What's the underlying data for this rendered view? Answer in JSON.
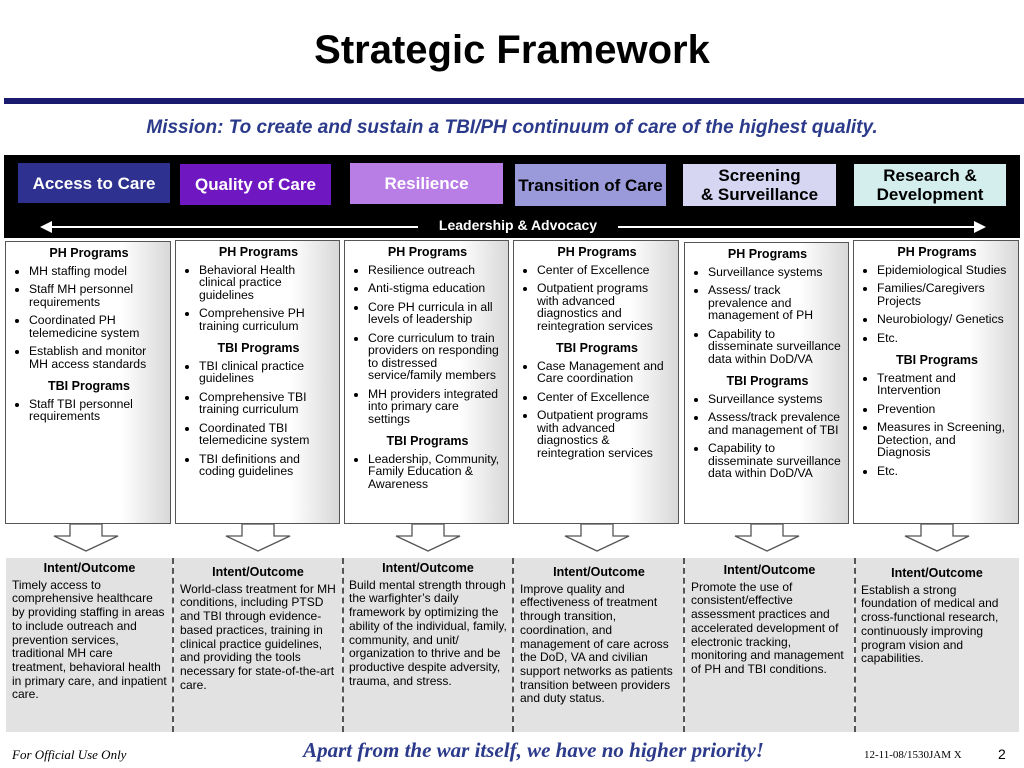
{
  "title": "Strategic Framework",
  "mission": "Mission:  To create and sustain a TBI/PH continuum of care of the highest quality.",
  "leadership": "Leadership & Advocacy",
  "colors": {
    "rule": "#1a1a6e",
    "mission": "#2b3a8a",
    "band": "#000000"
  },
  "headers": [
    {
      "label": "Access to Care",
      "bg": "#2e318f",
      "fg": "#ffffff"
    },
    {
      "label": "Quality of Care",
      "bg": "#6f18c2",
      "fg": "#ffffff"
    },
    {
      "label": "Resilience",
      "bg": "#b97de6",
      "fg": "#ffffff"
    },
    {
      "label": "Transition of Care",
      "bg": "#9a9adb",
      "fg": "#000000"
    },
    {
      "label": "Screening\n& Surveillance",
      "bg": "#d6d6f2",
      "fg": "#000000"
    },
    {
      "label": "Research &\nDevelopment",
      "bg": "#d4eeee",
      "fg": "#000000"
    }
  ],
  "columns": [
    {
      "ph_heading": "PH Programs",
      "ph": [
        "MH staffing model",
        "Staff MH personnel requirements",
        "Coordinated PH telemedicine system",
        "Establish and monitor MH access standards"
      ],
      "tbi_heading": "TBI Programs",
      "tbi": [
        "Staff TBI personnel requirements"
      ]
    },
    {
      "ph_heading": "PH Programs",
      "ph": [
        "Behavioral Health clinical practice guidelines",
        "Comprehensive PH training curriculum"
      ],
      "tbi_heading": "TBI Programs",
      "tbi": [
        "TBI clinical practice guidelines",
        "Comprehensive TBI training curriculum",
        "Coordinated TBI telemedicine system",
        "TBI definitions and coding guidelines"
      ]
    },
    {
      "ph_heading": "PH Programs",
      "ph": [
        "Resilience outreach",
        "Anti-stigma education",
        "Core PH curricula in all levels of leadership",
        "Core curriculum to train providers on responding to distressed service/family members",
        "MH providers integrated into primary care settings"
      ],
      "tbi_heading": "TBI Programs",
      "tbi": [
        "Leadership, Community, Family Education & Awareness"
      ]
    },
    {
      "ph_heading": "PH Programs",
      "ph": [
        "Center of Excellence",
        "Outpatient programs with advanced diagnostics and reintegration services"
      ],
      "tbi_heading": "TBI Programs",
      "tbi": [
        "Case Management and Care coordination",
        "Center of Excellence",
        "Outpatient programs with advanced diagnostics & reintegration services"
      ]
    },
    {
      "ph_heading": "PH Programs",
      "ph": [
        "Surveillance systems",
        "Assess/ track prevalence and management of PH",
        "Capability to disseminate surveillance data within DoD/VA"
      ],
      "tbi_heading": "TBI Programs",
      "tbi": [
        "Surveillance systems",
        "Assess/track prevalence and management of TBI",
        "Capability to disseminate surveillance data within DoD/VA"
      ]
    },
    {
      "ph_heading": "PH Programs",
      "ph": [
        "Epidemiological Studies",
        "Families/Caregivers Projects",
        "Neurobiology/ Genetics",
        "Etc."
      ],
      "tbi_heading": "TBI Programs",
      "tbi": [
        "Treatment and Intervention",
        "Prevention",
        "Measures in Screening, Detection, and Diagnosis",
        "Etc."
      ]
    }
  ],
  "outcomes": [
    {
      "heading": "Intent/Outcome",
      "text": "Timely access to comprehensive healthcare by providing staffing in areas to include outreach and prevention services, traditional MH care treatment, behavioral health in primary care, and inpatient care."
    },
    {
      "heading": "Intent/Outcome",
      "text": "World-class treatment for MH conditions, including PTSD and TBI through evidence-based practices, training in clinical practice guidelines, and providing the tools necessary for state-of-the-art care."
    },
    {
      "heading": "Intent/Outcome",
      "text": "Build mental strength through the warfighter’s daily framework by optimizing the ability of the individual, family, community, and unit/ organization to thrive and be productive despite adversity, trauma, and stress."
    },
    {
      "heading": "Intent/Outcome",
      "text": "Improve quality and effectiveness of treatment through transition, coordination, and management of care across the DoD, VA and civilian support networks as patients transition between providers and duty status."
    },
    {
      "heading": "Intent/Outcome",
      "text": "Promote the use of consistent/effective assessment practices and accelerated development of electronic tracking, monitoring and management of PH and TBI conditions."
    },
    {
      "heading": "Intent/Outcome",
      "text": "Establish a strong foundation of medical and cross-functional research, continuously improving program vision and capabilities."
    }
  ],
  "footer": {
    "left": "For Official Use Only",
    "center": "Apart from the war itself, we have no higher priority!",
    "right": "12-11-08/1530JAM X",
    "page": "2"
  }
}
